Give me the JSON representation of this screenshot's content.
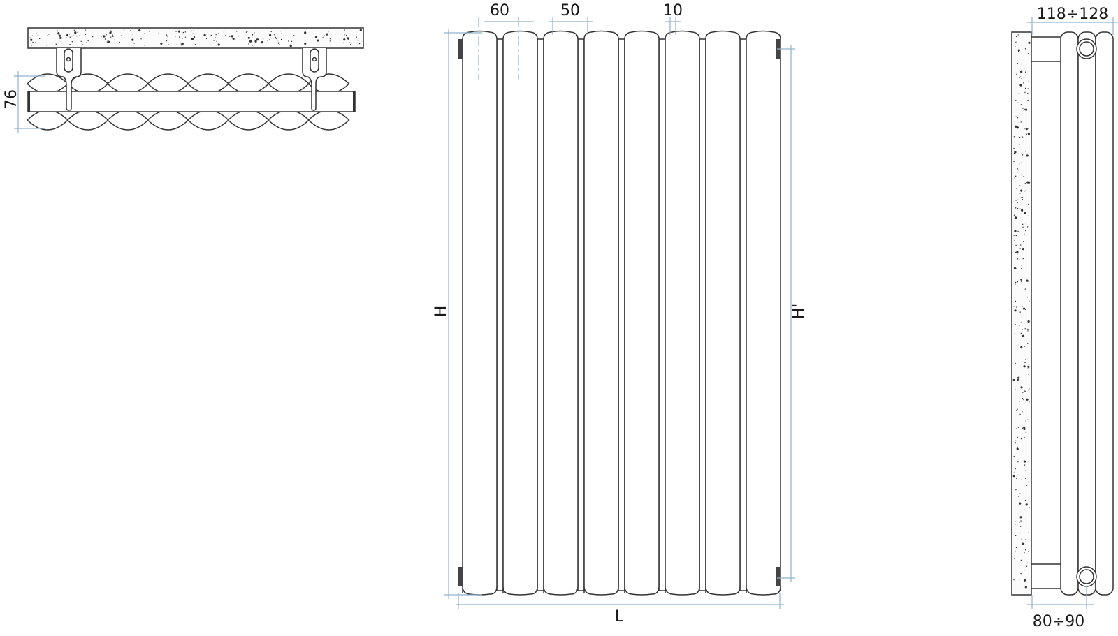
{
  "top_view": {
    "depth_label": "76",
    "columns": 8
  },
  "front_view": {
    "column_width_label": "60",
    "column_face_label": "50",
    "gap_label": "10",
    "height_label": "H",
    "connection_height_label": "H'",
    "length_label": "L",
    "columns": 8
  },
  "side_view": {
    "total_depth_label": "118÷128",
    "wall_distance_label": "80÷90"
  },
  "colors": {
    "line": "#333333",
    "dimension": "#8fb3cf"
  }
}
